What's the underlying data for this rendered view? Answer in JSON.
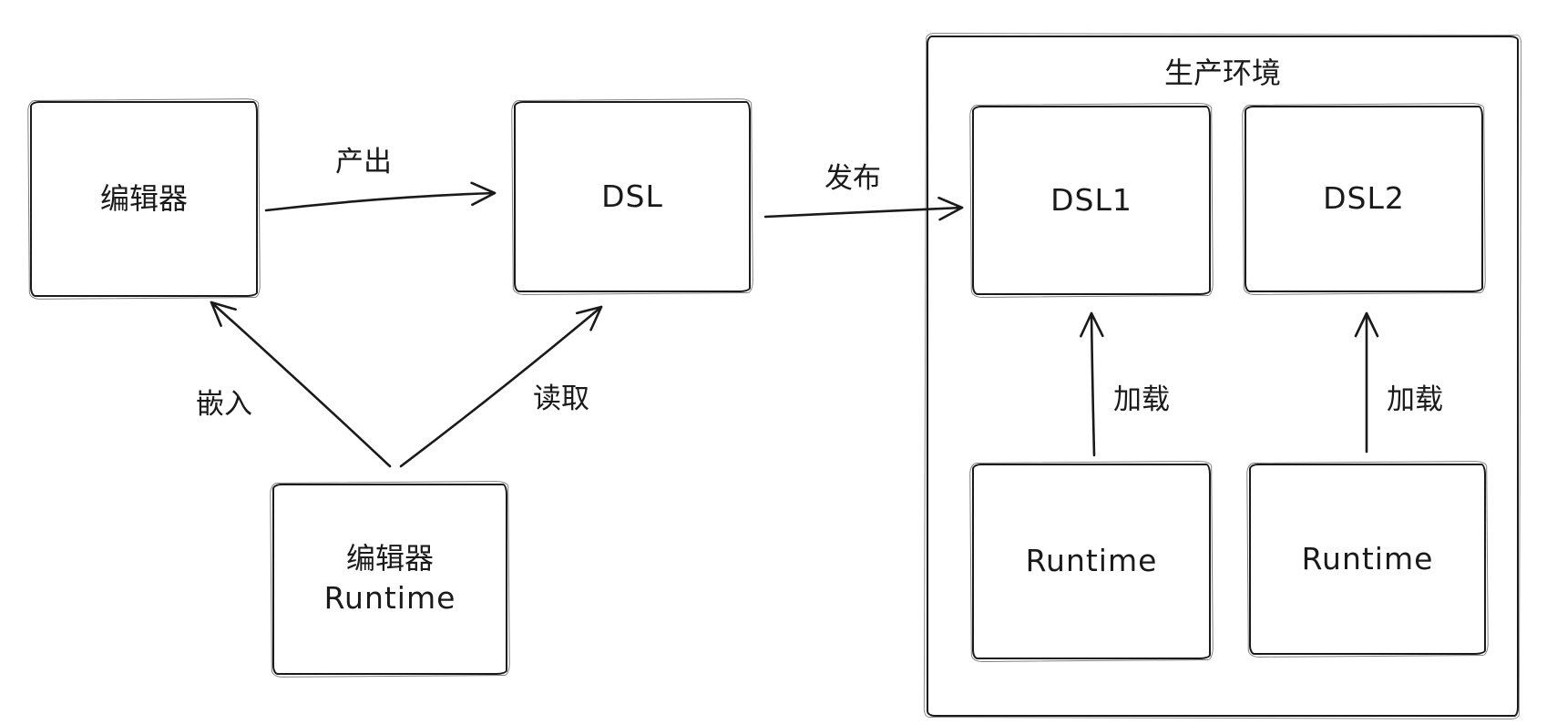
{
  "nodes": {
    "editor": {
      "label": "编辑器"
    },
    "dsl": {
      "label": "DSL"
    },
    "editor_runtime": {
      "line1": "编辑器",
      "line2": "Runtime"
    },
    "production": {
      "title": "生产环境"
    },
    "dsl1": {
      "label": "DSL1"
    },
    "dsl2": {
      "label": "DSL2"
    },
    "runtime1": {
      "label": "Runtime"
    },
    "runtime2": {
      "label": "Runtime"
    }
  },
  "edges": {
    "produce": {
      "label": "产出"
    },
    "publish": {
      "label": "发布"
    },
    "embed": {
      "label": "嵌入"
    },
    "read": {
      "label": "读取"
    },
    "load1": {
      "label": "加载"
    },
    "load2": {
      "label": "加载"
    }
  },
  "colors": {
    "stroke": "#1a1a1a",
    "background": "#ffffff"
  }
}
